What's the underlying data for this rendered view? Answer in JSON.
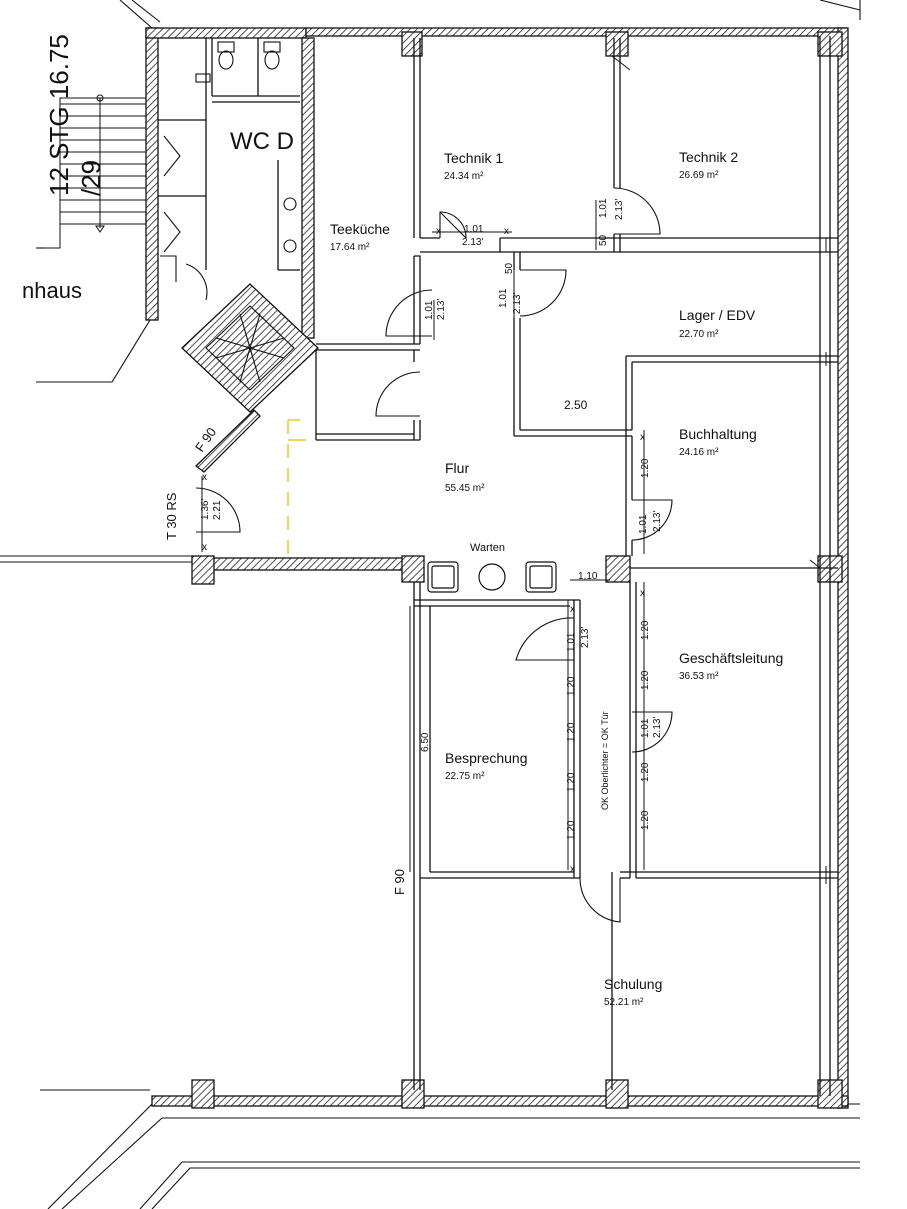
{
  "rooms": {
    "wc": {
      "name": "WC D"
    },
    "teekueche": {
      "name": "Teeküche",
      "area": "17.64 m²"
    },
    "technik1": {
      "name": "Technik 1",
      "area": "24.34 m²"
    },
    "technik2": {
      "name": "Technik 2",
      "area": "26.69 m²"
    },
    "lager": {
      "name": "Lager / EDV",
      "area": "22.70 m²"
    },
    "buchhaltung": {
      "name": "Buchhaltung",
      "area": "24.16 m²"
    },
    "flur": {
      "name": "Flur",
      "area": "55.45 m²"
    },
    "warten": {
      "name": "Warten"
    },
    "geschaeftsleitung": {
      "name": "Geschäftsleitung",
      "area": "36.53 m²"
    },
    "besprechung": {
      "name": "Besprechung",
      "area": "22.75 m²"
    },
    "schulung": {
      "name": "Schulung",
      "area": "52.21 m²"
    }
  },
  "stair": {
    "label": "12 STG 16.75",
    "ratio": "/29",
    "haus": "nhaus"
  },
  "labels": {
    "f90_diag": "F 90",
    "t30": "T 30 RS",
    "f90_left": "F 90",
    "ok_note": "OK Oberlichter = OK Tür"
  },
  "dims": {
    "d101": "1.01",
    "d213": "2.13'",
    "d213b": "2.13",
    "d250": "2.50",
    "d110": "1,10",
    "d650": "6.50",
    "d120": "1.20",
    "d50": "50",
    "d136": "1.36'",
    "d221": "2.21",
    "x": "x"
  },
  "colors": {
    "line": "#111111",
    "hatch": "#222222",
    "yellow": "#e7d96a"
  }
}
